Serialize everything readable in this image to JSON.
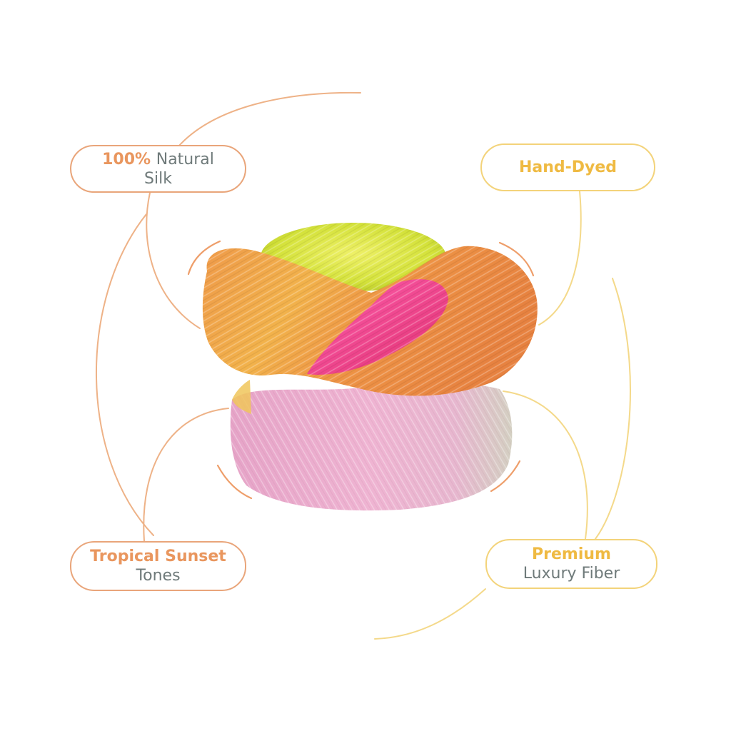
{
  "colors": {
    "orange_accent": "#e9965e",
    "yellow_accent": "#efba42",
    "grey_text": "#6f7a7a",
    "orange_line": "#eeb287",
    "yellow_line": "#f4d98a"
  },
  "callouts": {
    "silk": {
      "accent": "100%",
      "rest": "Natural",
      "line2": "Silk"
    },
    "dyed": {
      "line1": "Hand-Dyed"
    },
    "tropical": {
      "line1": "Tropical Sunset",
      "line2": "Tones"
    },
    "premium": {
      "line1": "Premium",
      "line2": "Luxury Fiber"
    }
  },
  "image": {
    "subject": "yarn-skein"
  }
}
